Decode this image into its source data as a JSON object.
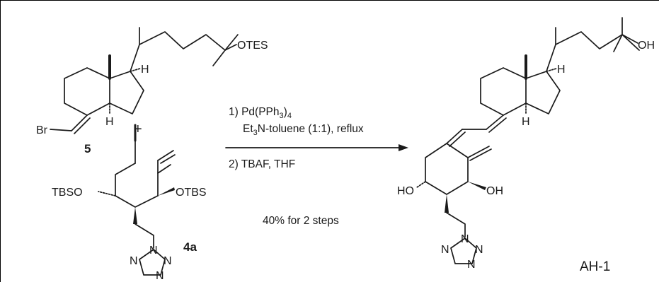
{
  "compounds": {
    "reactant_5": {
      "label": "5",
      "atoms": {
        "H_top": "H",
        "H_bottom": "H",
        "OTES": "OTES",
        "Br": "Br"
      }
    },
    "reactant_4a": {
      "label": "4a",
      "atoms": {
        "TBSO": "TBSO",
        "OTBS": "OTBS",
        "N1": "N",
        "N2": "N",
        "N3": "N",
        "N4": "N"
      }
    },
    "product": {
      "label": "AH-1",
      "atoms": {
        "H_top": "H",
        "H_bottom": "H",
        "OH_side": "OH",
        "HO": "HO",
        "OH_ring": "OH",
        "N1": "N",
        "N2": "N",
        "N3": "N",
        "N4": "N"
      }
    }
  },
  "plus_sign": "+",
  "conditions": {
    "step1_prefix": "1) Pd(PPh",
    "step1_sub": "3",
    "step1_suffix": ")",
    "step1_sub2": "4",
    "step1b_prefix": "Et",
    "step1b_sub": "3",
    "step1b_suffix": "N-toluene (1:1), reflux",
    "step2": "2) TBAF, THF",
    "yield": "40% for 2 steps"
  }
}
